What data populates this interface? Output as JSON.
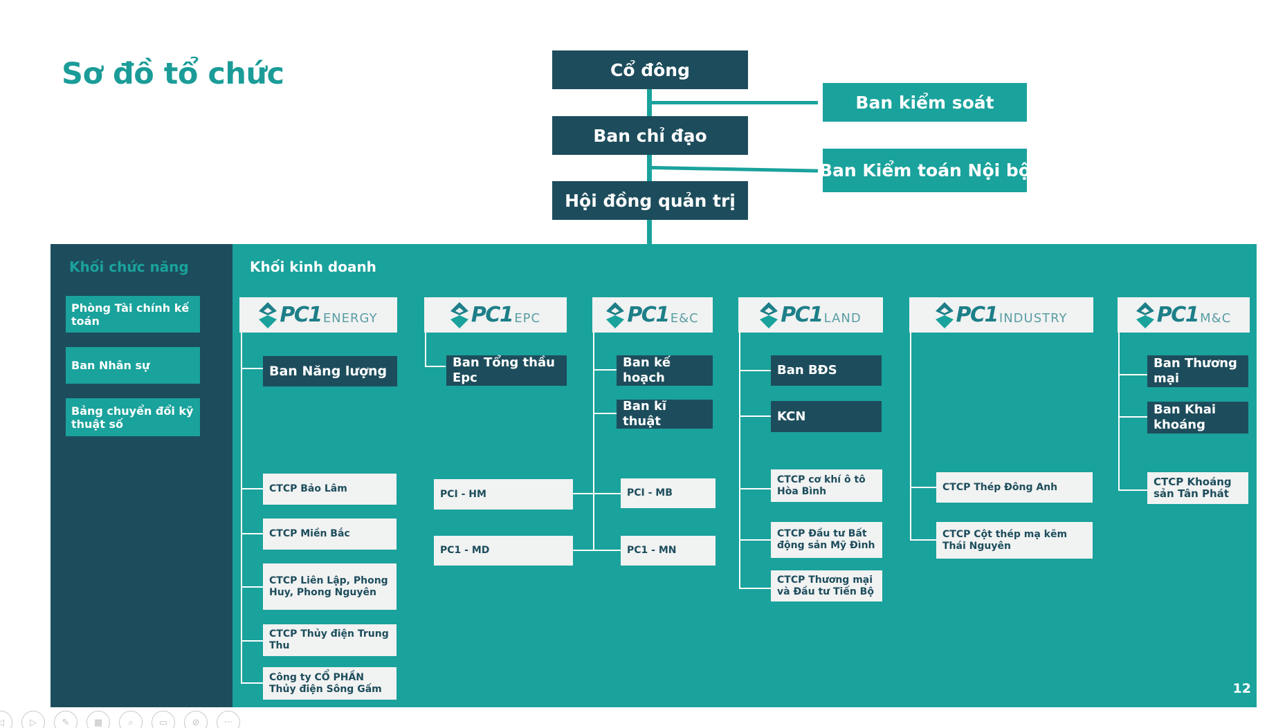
{
  "title": "Sơ đồ tổ chức",
  "top": {
    "co_dong": "Cổ đông",
    "ban_kiem_soat": "Ban kiểm soát",
    "ban_chi_dao": "Ban chỉ đạo",
    "ban_kiem_toan": "Ban Kiểm toán Nội bộ",
    "hdqt": "Hội đồng quản trị"
  },
  "functional": {
    "label": "Khối chức năng",
    "items": [
      "Phòng Tài chính kế toán",
      "Ban Nhân sự",
      "Bảng chuyển đổi kỹ thuật số"
    ]
  },
  "business": {
    "label": "Khối kinh doanh",
    "logos": [
      {
        "brand": "PC1",
        "suffix": "ENERGY"
      },
      {
        "brand": "PC1",
        "suffix": "EPC"
      },
      {
        "brand": "PC1",
        "suffix": "E&C"
      },
      {
        "brand": "PC1",
        "suffix": "LAND"
      },
      {
        "brand": "PC1",
        "suffix": "INDUSTRY"
      },
      {
        "brand": "PC1",
        "suffix": "M&C"
      }
    ],
    "energy": {
      "dept": "Ban Năng lượng",
      "companies": [
        "CTCP Bảo Lâm",
        "CTCP Miền Bắc",
        "CTCP Liên Lập, Phong Huy, Phong Nguyên",
        "CTCP Thủy điện Trung Thu",
        "Công ty CỔ PHẦN Thủy điện Sông Gấm"
      ]
    },
    "epc": {
      "dept": "Ban Tổng thầu Epc",
      "companies": [
        "PCI - HM",
        "PC1 - MD"
      ]
    },
    "enc": {
      "depts": [
        "Ban kế hoạch",
        "Ban kĩ thuật"
      ],
      "companies": [
        "PCI - MB",
        "PC1 - MN"
      ]
    },
    "land": {
      "depts": [
        "Ban BĐS",
        "KCN"
      ],
      "companies": [
        "CTCP cơ khí ô tô Hòa Bình",
        "CTCP Đầu tư Bất động sản Mỹ Đình",
        "CTCP Thương mại và Đầu tư Tiến Bộ"
      ]
    },
    "industry": {
      "companies": [
        "CTCP Thép Đông Anh",
        "CTCP Cột thép mạ kẽm Thái Nguyên"
      ]
    },
    "mc": {
      "depts": [
        "Ban Thương mại",
        "Ban Khai khoáng"
      ],
      "companies": [
        "CTCP Khoáng sản Tân Phát"
      ]
    }
  },
  "page_number": "12",
  "colors": {
    "dark": "#1d4d5c",
    "teal": "#1aa29c",
    "title": "#1b9c98",
    "light": "#f1f2f2"
  },
  "toolbar_icons": [
    "prev-icon",
    "play-icon",
    "pen-icon",
    "slides-icon",
    "zoom-icon",
    "subtitle-icon",
    "camera-off-icon",
    "more-icon"
  ]
}
